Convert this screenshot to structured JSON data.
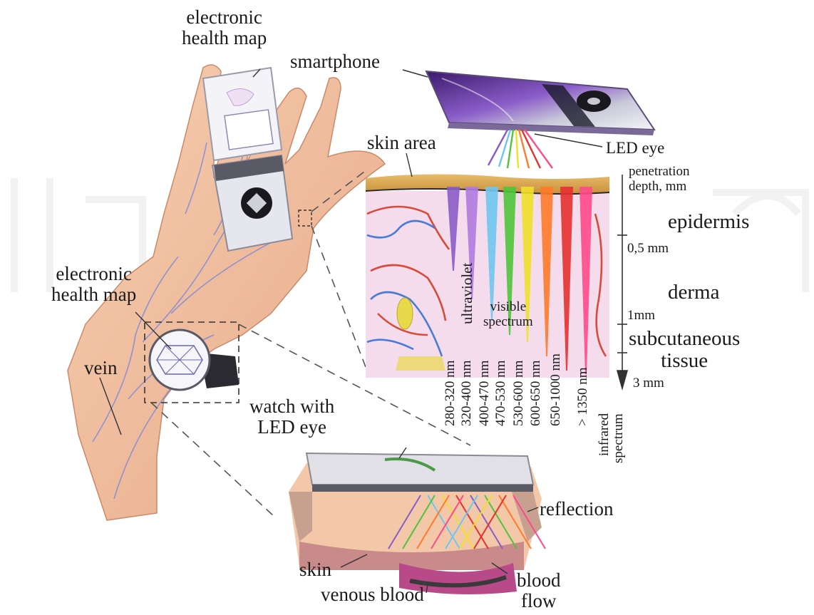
{
  "labels": {
    "health_map_top_l1": "electronic",
    "health_map_top_l2": "health map",
    "smartphone": "smartphone",
    "led_eye": "LED eye",
    "skin_area": "skin area",
    "penetration_l1": "penetration",
    "penetration_l2": "depth, mm",
    "epidermis": "epidermis",
    "depth_05": "0,5 mm",
    "derma": "derma",
    "depth_1": "1mm",
    "subcutaneous_l1": "subcutaneous",
    "subcutaneous_l2": "tissue",
    "depth_3": "3 mm",
    "health_map_left_l1": "electronic",
    "health_map_left_l2": "health map",
    "vein": "vein",
    "ultraviolet": "ultraviolet",
    "visible_l1": "visible",
    "visible_l2": "spectrum",
    "watch_l1": "watch with",
    "watch_l2": "LED eye",
    "infrared_l1": "infrared",
    "infrared_l2": "spectrum",
    "reflection": "reflection",
    "skin": "skin",
    "venous_blood": "venous blood",
    "blood_flow_l1": "blood",
    "blood_flow_l2": "flow"
  },
  "wavelengths": [
    "280-320 nm",
    "320-400 nm",
    "400-470 nm",
    "470-530 nm",
    "530-600 nm",
    "600-650 nm",
    "650-1000 nm",
    "> 1350 nm"
  ],
  "colors": {
    "beams": [
      "#8a5cc8",
      "#b07ae0",
      "#6fc6f0",
      "#4fc43a",
      "#f0e02a",
      "#ff7a2a",
      "#e53030",
      "#ff4a8a"
    ],
    "skin_top": "#d9a85a",
    "tissue": "#f2d6e6",
    "vessel": "#d84a3a",
    "vein_line": "#6a7ad8",
    "hand": "#f2c2a0",
    "phone_glass": "#6a3aa8"
  }
}
